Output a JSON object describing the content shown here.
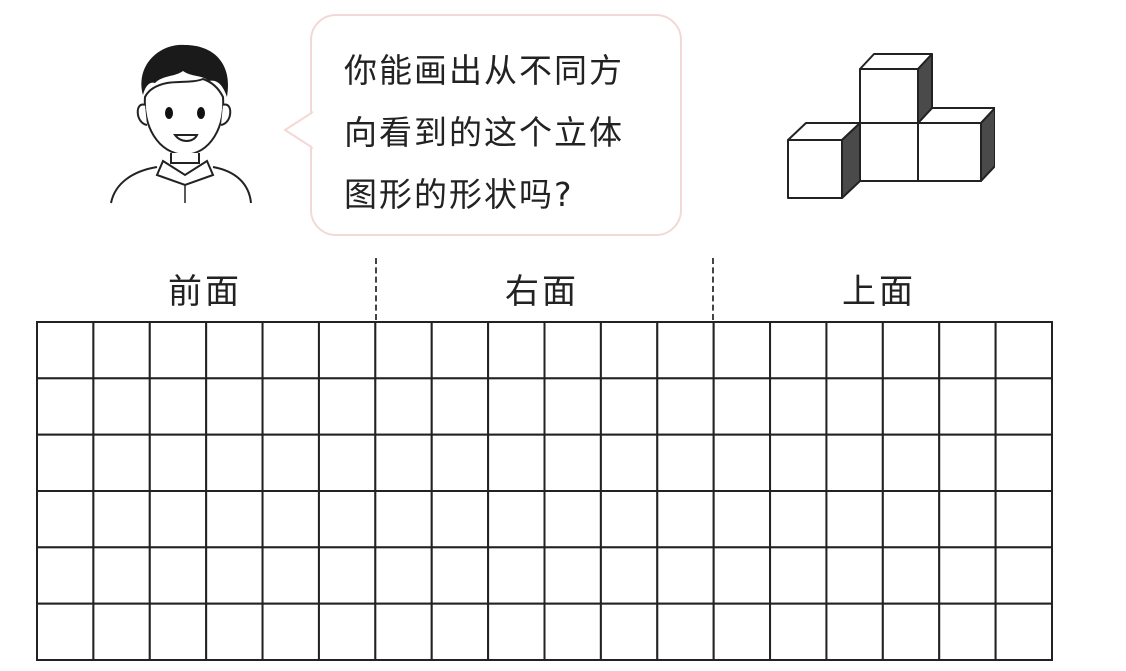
{
  "speech": {
    "line1": "你能画出从不同方",
    "line2": "向看到的这个立体",
    "line3": "图形的形状吗?"
  },
  "views": {
    "front": "前面",
    "right": "右面",
    "top": "上面"
  },
  "grid": {
    "rows": 6,
    "cols": 18
  },
  "colors": {
    "bubble_border": "#f3d9d6",
    "line": "#222222",
    "shade": "#4a4a4a"
  }
}
